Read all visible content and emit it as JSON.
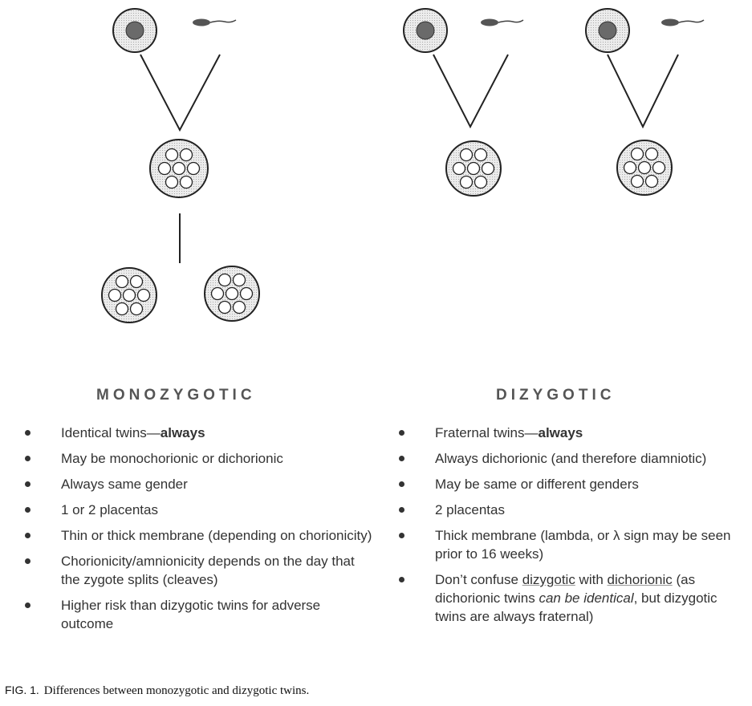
{
  "headings": {
    "monozygotic": "MONOZYGOTIC",
    "dizygotic": "DIZYGOTIC"
  },
  "monozygotic_points": [
    [
      "Identical twins—",
      "always"
    ],
    "May be monochorionic or dichorionic",
    "Always same gender",
    "1 or 2 placentas",
    "Thin or thick membrane (depending on chorionicity)",
    "Chorionicity/amnionicity depends on the day that the zygote splits (cleaves)",
    "Higher risk than dizygotic twins for adverse outcome"
  ],
  "dizygotic_points": {
    "p0": {
      "text": "Fraternal twins—",
      "bold": "always"
    },
    "p1": "Always dichorionic (and therefore diamniotic)",
    "p2": "May be same or different genders",
    "p3": "2 placentas",
    "p4": "Thick membrane (lambda, or λ sign may be seen prior to 16 weeks)",
    "p5": {
      "a": "Don’t confuse ",
      "b": "dizygotic",
      "c": " with ",
      "d": "dichorionic",
      "e": " (as dichorionic twins ",
      "f": "can be identical",
      "g": ", but dizygotic twins are always fraternal)"
    }
  },
  "mono_list": {
    "i0a": "Identical twins—",
    "i0b": "always"
  },
  "caption": {
    "label": "FIG. 1.",
    "text": "Differences between monozygotic and dizygotic twins."
  },
  "colors": {
    "cell_fill": "#e4e4e4",
    "nucleus_fill": "#6a6a6a",
    "line": "#222222"
  }
}
